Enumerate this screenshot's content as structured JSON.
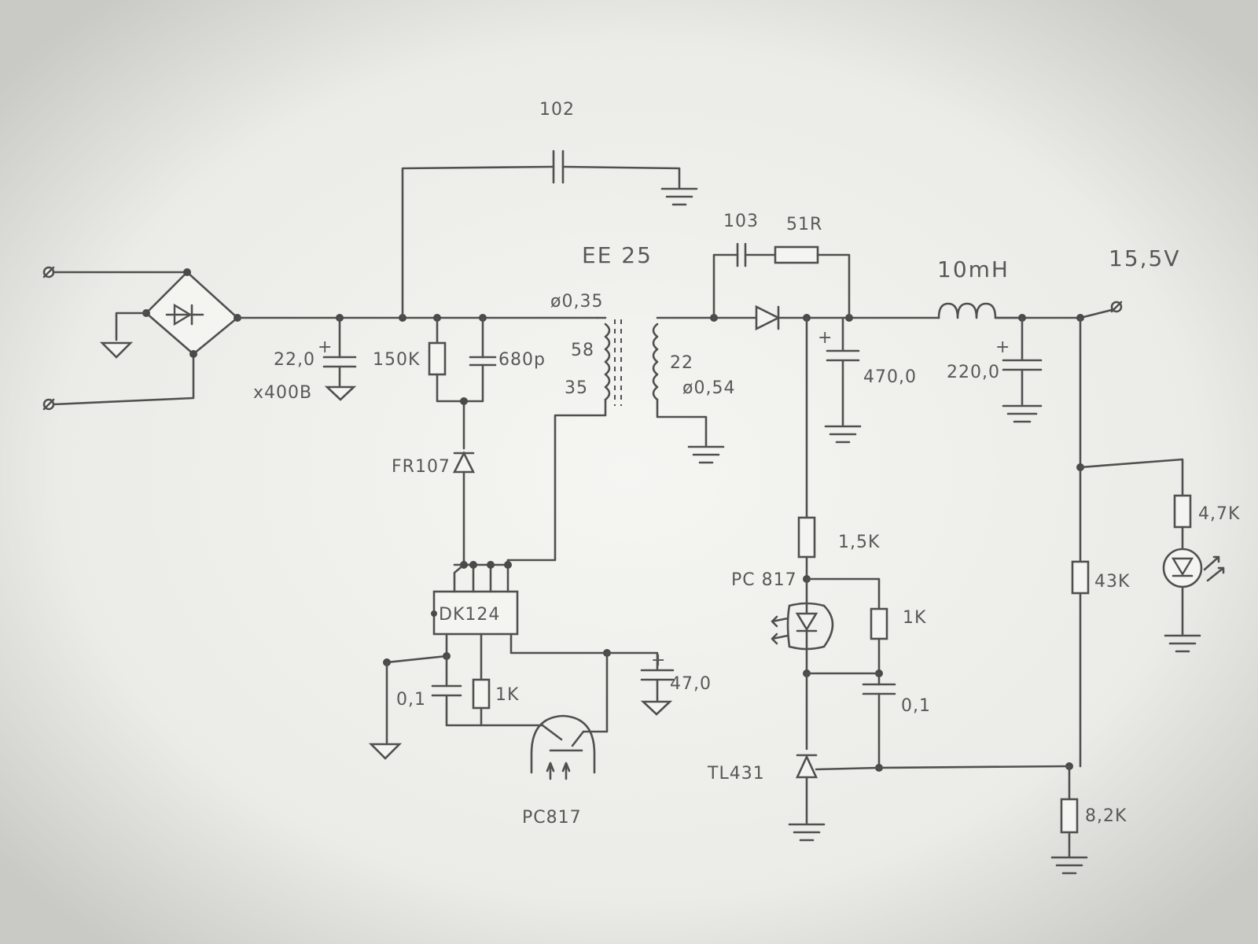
{
  "colors": {
    "paper": "#f4f4f1",
    "ink": "#505050",
    "shadow": "#b9b9b5"
  },
  "labels": {
    "c_snubber_top": "102",
    "transformer": "EE 25",
    "prim_wire": "ø0,35",
    "prim_turns": "58",
    "aux_turns": "35",
    "sec_turns": "22",
    "sec_wire": "ø0,54",
    "bulk_cap": "22,0",
    "bulk_cap_v": "x400B",
    "r_snubber": "150K",
    "c_snubber": "680p",
    "diode_aux": "FR107",
    "ic": "DK124",
    "c_vcc_small": "0,1",
    "r_ic": "1K",
    "c_vcc": "47,0",
    "opto_primary": "PC817",
    "c_rc": "103",
    "r_rc": "51R",
    "inductor": "10mH",
    "vout": "15,5V",
    "c_out1": "470,0",
    "c_out2": "220,0",
    "r_led": "4,7K",
    "r_opto": "1,5K",
    "opto_secondary": "PC 817",
    "r_bias": "1K",
    "c_comp": "0,1",
    "shunt_reg": "TL431",
    "r_div_top": "43K",
    "r_div_bot": "8,2K"
  }
}
